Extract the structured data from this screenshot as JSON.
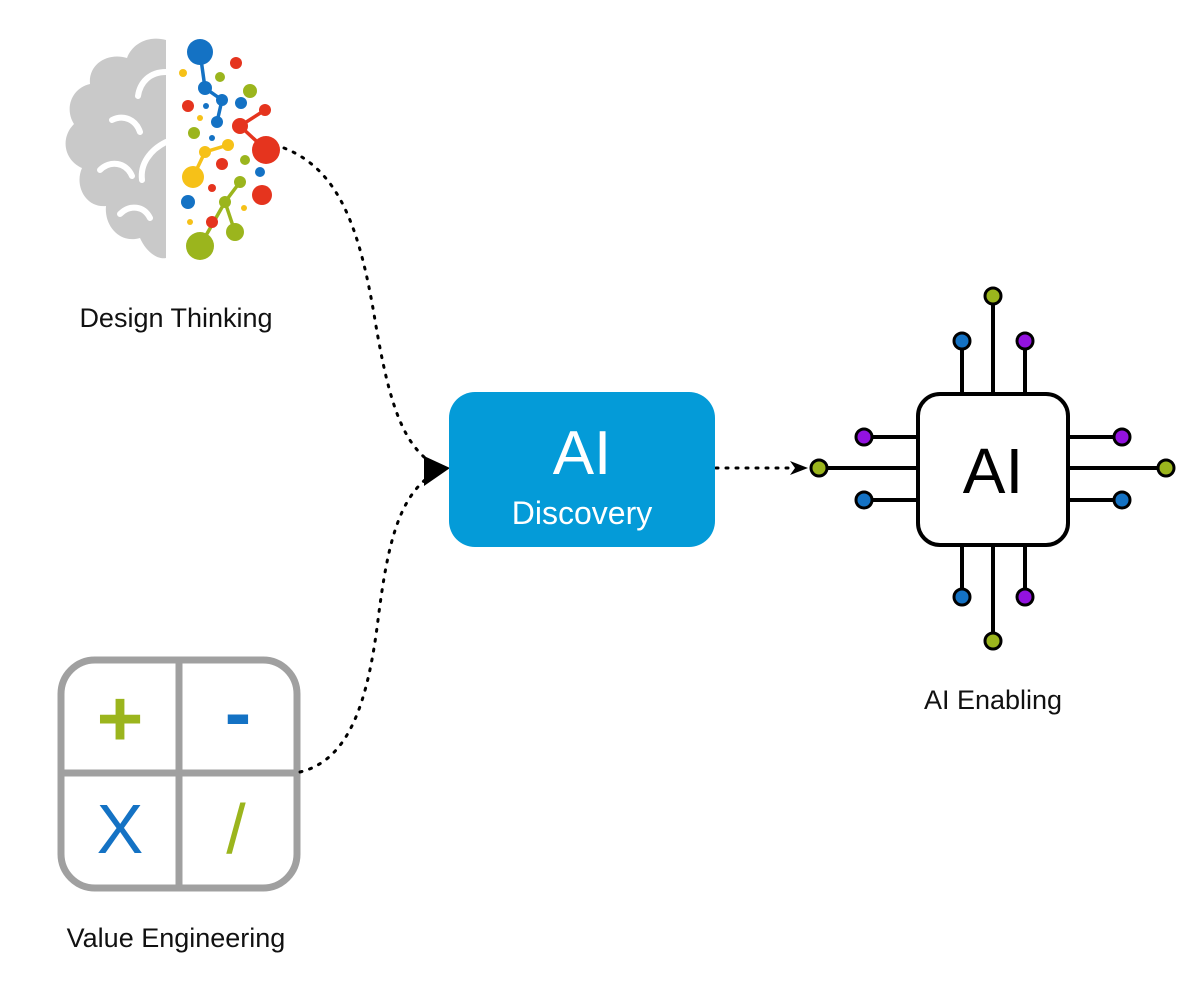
{
  "nodes": {
    "design_thinking": {
      "label": "Design Thinking"
    },
    "value_engineering": {
      "label": "Value Engineering",
      "symbols": {
        "plus": "+",
        "minus": "-",
        "times": "X",
        "divide": "/"
      }
    },
    "ai_discovery": {
      "title": "AI",
      "subtitle": "Discovery"
    },
    "ai_enabling": {
      "chip_text": "AI",
      "label": "AI Enabling"
    }
  },
  "edges": [
    {
      "from": "design_thinking",
      "to": "ai_discovery",
      "style": "dotted"
    },
    {
      "from": "value_engineering",
      "to": "ai_discovery",
      "style": "dotted"
    },
    {
      "from": "ai_discovery",
      "to": "ai_enabling",
      "style": "dotted"
    }
  ],
  "colors": {
    "discovery_box": "#049bd8",
    "brain_gray": "#c9c9c9",
    "grid_gray": "#a0a0a0",
    "green": "#9bb51d",
    "blue": "#1472c4",
    "red": "#e5341e",
    "yellow": "#f6c118",
    "purple": "#9312e0",
    "chip_border": "#000000"
  }
}
